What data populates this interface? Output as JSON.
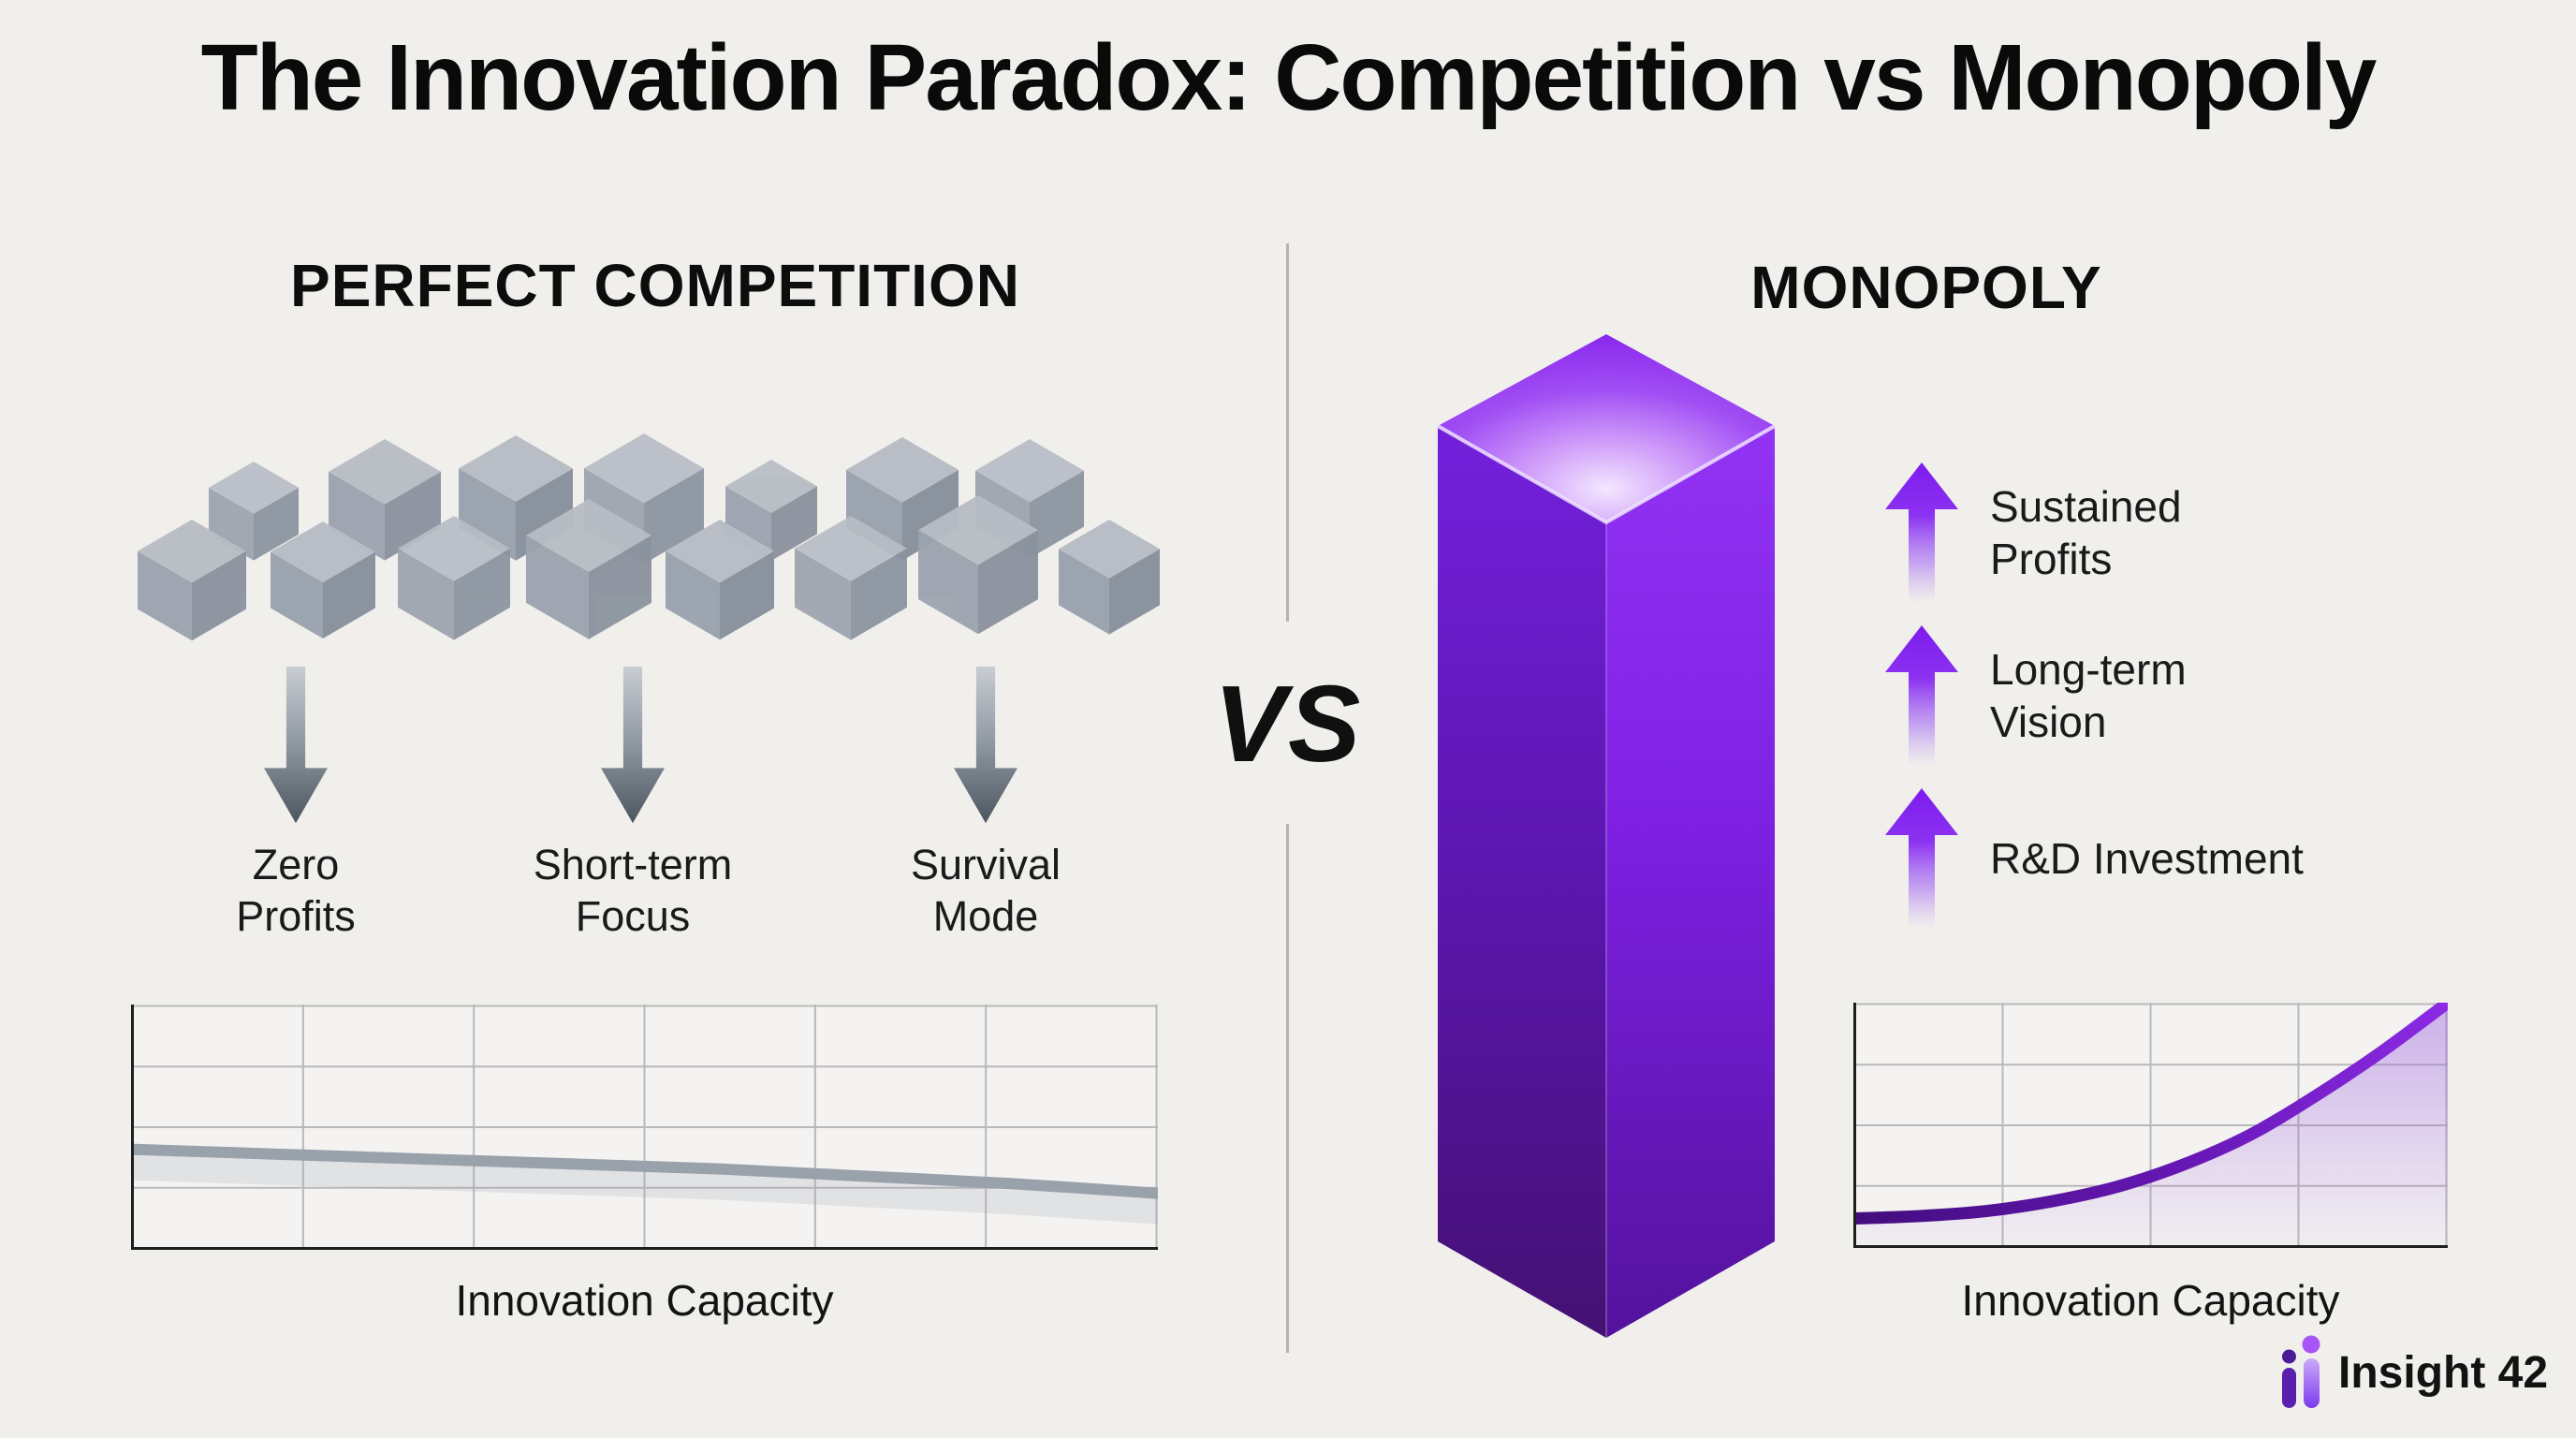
{
  "title": "The Innovation Paradox: Competition vs Monopoly",
  "left": {
    "header": "PERFECT COMPETITION",
    "illustration": "grid of many identical gray isometric cubes (competing firms)",
    "cube_count": 15,
    "outcomes": [
      {
        "icon": "down-arrow",
        "label": "Zero\nProfits"
      },
      {
        "icon": "down-arrow",
        "label": "Short-term\nFocus"
      },
      {
        "icon": "down-arrow",
        "label": "Survival\nMode"
      }
    ],
    "chart_caption": "Innovation Capacity"
  },
  "divider": {
    "vs_label": "VS"
  },
  "right": {
    "header": "MONOPOLY",
    "illustration": "single tall glowing purple 3D pillar (dominant firm)",
    "benefits": [
      {
        "icon": "up-arrow",
        "label": "Sustained\nProfits"
      },
      {
        "icon": "up-arrow",
        "label": "Long-term\nVision"
      },
      {
        "icon": "up-arrow",
        "label": "R&D Investment"
      }
    ],
    "chart_caption": "Innovation Capacity"
  },
  "footer": {
    "brand": "Insight 42"
  },
  "colors": {
    "background": "#f0efec",
    "text": "#111111",
    "gray_cube": "#9aa2ac",
    "gray_arrow_dark": "#4c565f",
    "purple_bright": "#8a2be8",
    "purple_dark": "#5d14b5",
    "pillar_bottom": "#441173",
    "brand_dark": "#5b21b6",
    "brand_light": "#a855f7"
  },
  "chart_data": [
    {
      "type": "line",
      "side": "Perfect Competition",
      "title": "Innovation Capacity",
      "values": [
        41,
        39,
        37,
        35,
        33,
        30,
        27,
        23
      ],
      "ylim": [
        0,
        100
      ],
      "grid": {
        "cols": 6,
        "rows": 4
      },
      "line_color": "#99a1ab",
      "trend": "flat, slowly declining"
    },
    {
      "type": "area",
      "side": "Monopoly",
      "title": "Innovation Capacity",
      "values": [
        12,
        13,
        15,
        19,
        25,
        34,
        46,
        62,
        80,
        100
      ],
      "ylim": [
        0,
        100
      ],
      "grid": {
        "cols": 4,
        "rows": 4
      },
      "line_color": "#7c22e8",
      "fill": "light purple gradient under curve",
      "trend": "exponential growth"
    }
  ]
}
